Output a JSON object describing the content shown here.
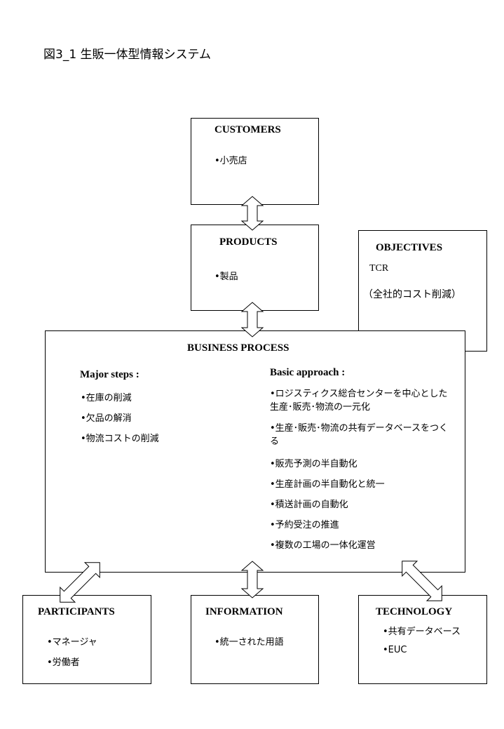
{
  "title": "図3_1 生販一体型情報システム",
  "customers": {
    "heading": "CUSTOMERS",
    "items": [
      "•小売店"
    ]
  },
  "products": {
    "heading": "PRODUCTS",
    "items": [
      "•製品"
    ]
  },
  "objectives": {
    "heading": "OBJECTIVES",
    "line1": "TCR",
    "line2": "（全社的コスト削減）"
  },
  "business_process": {
    "heading": "BUSINESS  PROCESS",
    "major_steps": {
      "heading": "Major steps :",
      "items": [
        "•在庫の削減",
        "•欠品の解消",
        "•物流コストの削減"
      ]
    },
    "basic_approach": {
      "heading": "Basic approach :",
      "items": [
        "•ロジスティクス総合センターを中心とした生産･販売･物流の一元化",
        "•生産･販売･物流の共有データベースをつくる",
        "•販売予測の半自動化",
        "•生産計画の半自動化と統一",
        "•積送計画の自動化",
        "•予約受注の推進",
        "•複数の工場の一体化運営"
      ]
    }
  },
  "participants": {
    "heading": "PARTICIPANTS",
    "items": [
      "•マネージャ",
      "•労働者"
    ]
  },
  "information": {
    "heading": "INFORMATION",
    "items": [
      "•統一された用語"
    ]
  },
  "technology": {
    "heading": "TECHNOLOGY",
    "items": [
      "•共有データベース",
      "•EUC"
    ]
  }
}
